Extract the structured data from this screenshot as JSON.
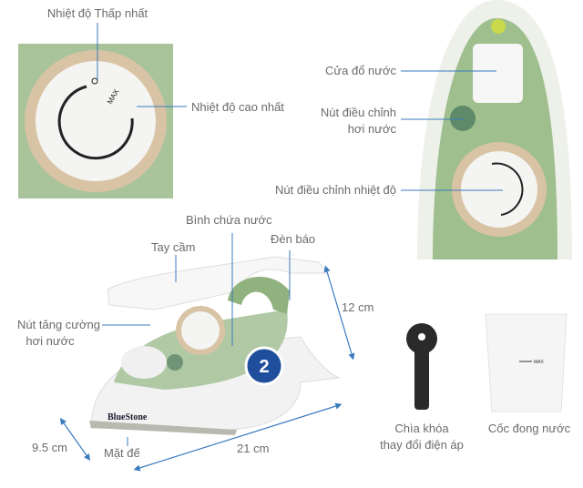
{
  "labels": {
    "min_temp": "Nhiệt độ Thấp nhất",
    "max_temp": "Nhiệt độ cao nhất",
    "water_inlet": "Cửa đổ nước",
    "steam_knob_1": "Nút điều chỉnh",
    "steam_knob_2": "hơi nước",
    "temp_knob": "Nút điều chỉnh nhiệt độ",
    "water_tank": "Bình chứa nước",
    "handle": "Tay cầm",
    "indicator_light": "Đèn báo",
    "steam_boost_1": "Nút tăng cường",
    "steam_boost_2": "hơi nước",
    "soleplate": "Mặt đế",
    "key_1": "Chìa khóa",
    "key_2": "thay đổi điện áp",
    "measuring_cup": "Cốc đong nước"
  },
  "dimensions": {
    "height": "12 cm",
    "width": "9.5 cm",
    "length": "21 cm"
  },
  "brand": "BlueStone",
  "badge": "2",
  "dial_max": "MAX",
  "cup_mark": "MAX",
  "colors": {
    "line": "#3a7bbf",
    "green": "#8fb27f",
    "dial_ring": "#d9c3a5",
    "text": "#6b6b6b"
  }
}
